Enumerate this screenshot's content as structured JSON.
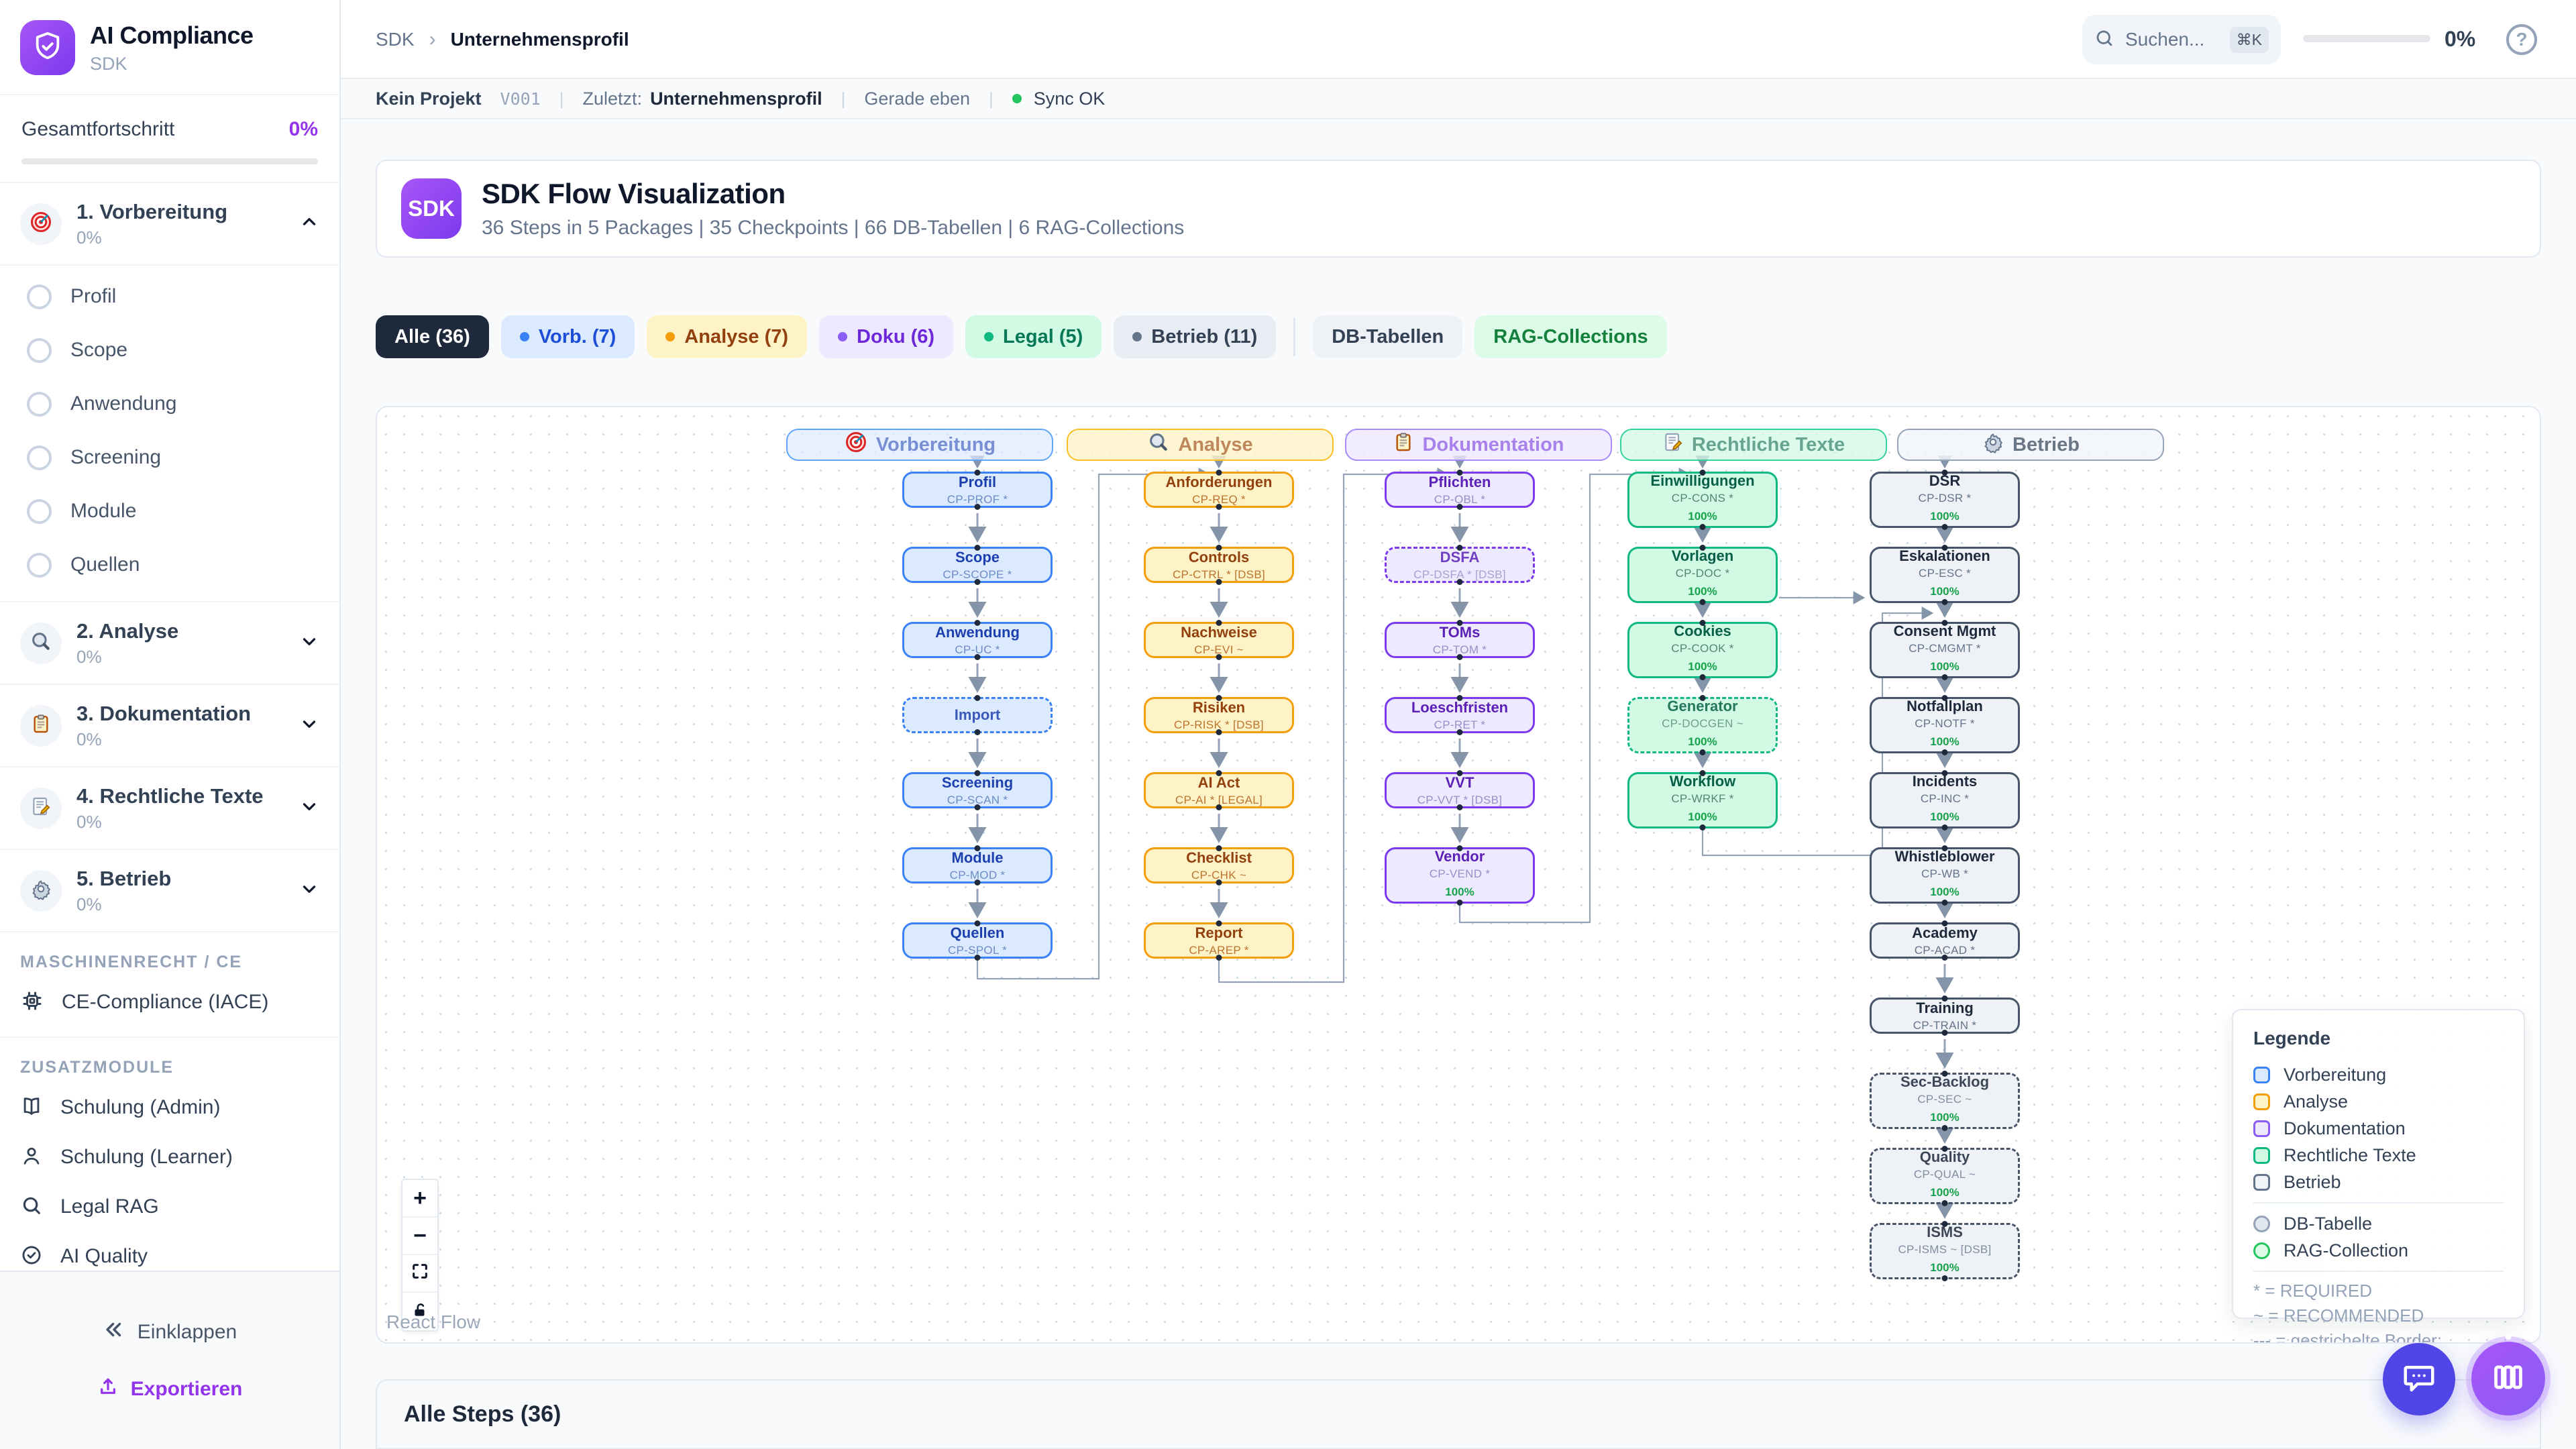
{
  "colors": {
    "accent": "#9333ea",
    "sync_green": "#22c55e",
    "progress_green": "#22c55e",
    "dark_chip": "#1e293b"
  },
  "sidebar": {
    "logo_icon": "shield-check-icon",
    "app_title": "AI Compliance",
    "app_subtitle": "SDK",
    "progress_label": "Gesamtfortschritt",
    "progress_value": "0%",
    "phases": [
      {
        "label": "1. Vorbereitung",
        "percent": "0%",
        "icon": "target-icon",
        "expanded": true,
        "steps": [
          "Profil",
          "Scope",
          "Anwendung",
          "Screening",
          "Module",
          "Quellen"
        ]
      },
      {
        "label": "2. Analyse",
        "percent": "0%",
        "icon": "magnifier-icon",
        "expanded": false
      },
      {
        "label": "3. Dokumentation",
        "percent": "0%",
        "icon": "clipboard-icon",
        "expanded": false
      },
      {
        "label": "4. Rechtliche Texte",
        "percent": "0%",
        "icon": "memo-icon",
        "expanded": false
      },
      {
        "label": "5. Betrieb",
        "percent": "0%",
        "icon": "gear-icon",
        "expanded": false
      }
    ],
    "machine_section": "MASCHINENRECHT / CE",
    "ce_item": {
      "icon": "chip-icon",
      "label": "CE-Compliance (IACE)"
    },
    "extras_section": "ZUSATZMODULE",
    "extras": [
      {
        "icon": "book-icon",
        "label": "Schulung (Admin)"
      },
      {
        "icon": "user-icon",
        "label": "Schulung (Learner)"
      },
      {
        "icon": "search-icon",
        "label": "Legal RAG"
      },
      {
        "icon": "check-circle-icon",
        "label": "AI Quality"
      }
    ],
    "collapse_label": "Einklappen",
    "export_label": "Exportieren"
  },
  "topbar": {
    "breadcrumb_root": "SDK",
    "breadcrumb_sep": "›",
    "breadcrumb_current": "Unternehmensprofil",
    "search_placeholder": "Suchen...",
    "search_shortcut": "⌘K",
    "progress_percent": "0%"
  },
  "statusbar": {
    "project": "Kein Projekt",
    "version": "V001",
    "last_label": "Zuletzt:",
    "last_value": "Unternehmensprofil",
    "time": "Gerade eben",
    "sync_label": "Sync OK"
  },
  "hero": {
    "badge": "SDK",
    "title": "SDK Flow Visualization",
    "subtitle": "36 Steps in 5 Packages | 35 Checkpoints | 66 DB-Tabellen | 6 RAG-Collections"
  },
  "filters": [
    {
      "label": "Alle (36)",
      "variant": "all",
      "dot": false
    },
    {
      "label": "Vorb. (7)",
      "variant": "vorb",
      "dot": true
    },
    {
      "label": "Analyse (7)",
      "variant": "analyse",
      "dot": true
    },
    {
      "label": "Doku (6)",
      "variant": "doku",
      "dot": true
    },
    {
      "label": "Legal (5)",
      "variant": "legal",
      "dot": true
    },
    {
      "label": "Betrieb (11)",
      "variant": "betrieb",
      "dot": true
    },
    {
      "label": "DB-Tabellen",
      "variant": "db",
      "dot": false
    },
    {
      "label": "RAG-Collections",
      "variant": "rag",
      "dot": false
    }
  ],
  "flow": {
    "packages": [
      {
        "label": "Vorbereitung",
        "icon": "target-icon",
        "variant": "vorb"
      },
      {
        "label": "Analyse",
        "icon": "magnifier-icon",
        "variant": "analyse"
      },
      {
        "label": "Dokumentation",
        "icon": "clipboard-icon",
        "variant": "doku"
      },
      {
        "label": "Rechtliche Texte",
        "icon": "memo-icon",
        "variant": "legal"
      },
      {
        "label": "Betrieb",
        "icon": "gear-icon",
        "variant": "betrieb"
      }
    ],
    "columns": [
      {
        "variant": "vorb",
        "nodes": [
          {
            "title": "Profil",
            "code": "CP-PROF *"
          },
          {
            "title": "Scope",
            "code": "CP-SCOPE *"
          },
          {
            "title": "Anwendung",
            "code": "CP-UC *"
          },
          {
            "title": "Import",
            "code": "",
            "dashed": true
          },
          {
            "title": "Screening",
            "code": "CP-SCAN *"
          },
          {
            "title": "Module",
            "code": "CP-MOD *"
          },
          {
            "title": "Quellen",
            "code": "CP-SPOL *"
          }
        ]
      },
      {
        "variant": "analyse",
        "nodes": [
          {
            "title": "Anforderungen",
            "code": "CP-REQ *"
          },
          {
            "title": "Controls",
            "code": "CP-CTRL * [DSB]"
          },
          {
            "title": "Nachweise",
            "code": "CP-EVI ~"
          },
          {
            "title": "Risiken",
            "code": "CP-RISK * [DSB]"
          },
          {
            "title": "AI Act",
            "code": "CP-AI * [LEGAL]"
          },
          {
            "title": "Checklist",
            "code": "CP-CHK ~"
          },
          {
            "title": "Report",
            "code": "CP-AREP *"
          }
        ]
      },
      {
        "variant": "doku",
        "nodes": [
          {
            "title": "Pflichten",
            "code": "CP-OBL *"
          },
          {
            "title": "DSFA",
            "code": "CP-DSFA * [DSB]",
            "dashed": true
          },
          {
            "title": "TOMs",
            "code": "CP-TOM *"
          },
          {
            "title": "Loeschfristen",
            "code": "CP-RET *"
          },
          {
            "title": "VVT",
            "code": "CP-VVT * [DSB]"
          },
          {
            "title": "Vendor",
            "code": "CP-VEND *",
            "progress": "100%"
          }
        ]
      },
      {
        "variant": "legal",
        "nodes": [
          {
            "title": "Einwilligungen",
            "code": "CP-CONS *",
            "progress": "100%"
          },
          {
            "title": "Vorlagen",
            "code": "CP-DOC *",
            "progress": "100%"
          },
          {
            "title": "Cookies",
            "code": "CP-COOK *",
            "progress": "100%"
          },
          {
            "title": "Generator",
            "code": "CP-DOCGEN ~",
            "progress": "100%",
            "dashed": true
          },
          {
            "title": "Workflow",
            "code": "CP-WRKF *",
            "progress": "100%"
          }
        ]
      },
      {
        "variant": "betrieb",
        "nodes": [
          {
            "title": "DSR",
            "code": "CP-DSR *",
            "progress": "100%"
          },
          {
            "title": "Eskalationen",
            "code": "CP-ESC *",
            "progress": "100%"
          },
          {
            "title": "Consent Mgmt",
            "code": "CP-CMGMT *",
            "progress": "100%"
          },
          {
            "title": "Notfallplan",
            "code": "CP-NOTF *",
            "progress": "100%"
          },
          {
            "title": "Incidents",
            "code": "CP-INC *",
            "progress": "100%"
          },
          {
            "title": "Whistleblower",
            "code": "CP-WB *",
            "progress": "100%"
          },
          {
            "title": "Academy",
            "code": "CP-ACAD *"
          },
          {
            "title": "Training",
            "code": "CP-TRAIN *"
          },
          {
            "title": "Sec-Backlog",
            "code": "CP-SEC ~",
            "progress": "100%",
            "dashed": true
          },
          {
            "title": "Quality",
            "code": "CP-QUAL ~",
            "progress": "100%",
            "dashed": true
          },
          {
            "title": "ISMS",
            "code": "CP-ISMS ~ [DSB]",
            "progress": "100%",
            "dashed": true
          }
        ]
      }
    ],
    "legend": {
      "title": "Legende",
      "package_items": [
        {
          "label": "Vorbereitung",
          "variant": "vorb"
        },
        {
          "label": "Analyse",
          "variant": "analyse"
        },
        {
          "label": "Dokumentation",
          "variant": "doku"
        },
        {
          "label": "Rechtliche Texte",
          "variant": "legal"
        },
        {
          "label": "Betrieb",
          "variant": "betrieb"
        }
      ],
      "shape_items": [
        {
          "label": "DB-Tabelle",
          "variant": "db"
        },
        {
          "label": "RAG-Collection",
          "variant": "rag"
        }
      ],
      "notes": [
        "* = REQUIRED",
        "~ = RECOMMENDED",
        "--- = gestrichelte Border: Optional"
      ]
    },
    "controls": [
      "zoom-in",
      "zoom-out",
      "fit-view",
      "lock"
    ],
    "attribution": "React Flow"
  },
  "bottom": {
    "all_steps_header": "Alle Steps (36)"
  },
  "fabs": {
    "chat": "chat-bubble-icon",
    "kanban": "kanban-columns-icon"
  }
}
